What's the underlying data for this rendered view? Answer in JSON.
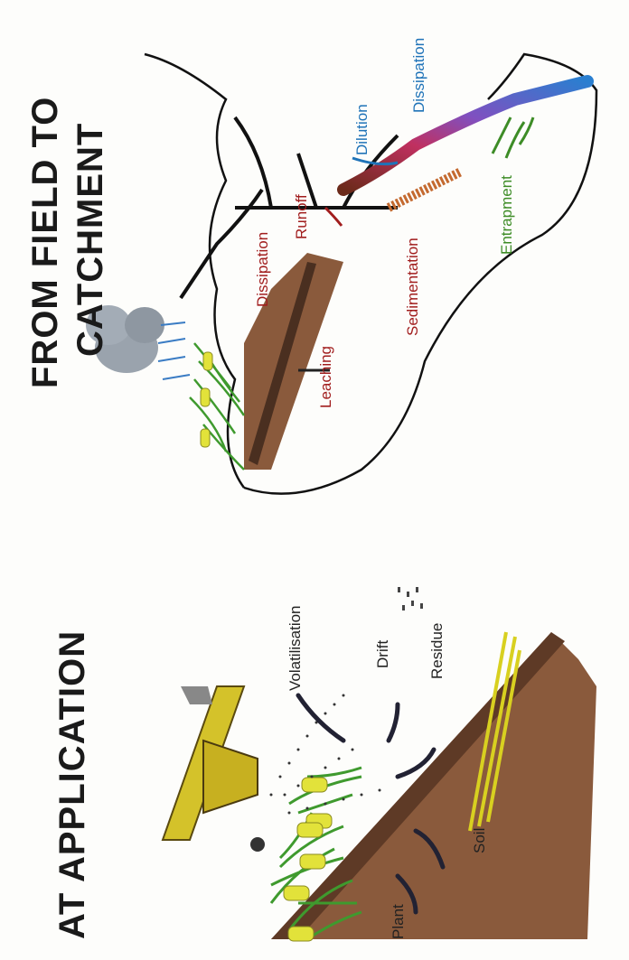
{
  "titles": {
    "left": "AT APPLICATION",
    "right_line1": "FROM FIELD TO",
    "right_line2": "CATCHMENT"
  },
  "left_labels": {
    "volatilisation": "Volatilisation",
    "drift": "Drift",
    "residue": "Residue",
    "soil": "Soil",
    "plant": "Plant"
  },
  "right_labels": {
    "dissipation_field": "Dissipation",
    "leaching": "Leaching",
    "runoff": "Runoff",
    "dilution": "Dilution",
    "dissipation_river": "Dissipation",
    "sedimentation": "Sedimentation",
    "entrapment": "Entrapment"
  },
  "colors": {
    "title": "#1a1a1a",
    "soil": "#8a5a3c",
    "plant": "#3f9a2e",
    "crop_head": "#e2e23a",
    "runoff_red": "#a11d1d",
    "water_blue": "#1f73b8",
    "entrapment_green": "#3d8c26"
  }
}
